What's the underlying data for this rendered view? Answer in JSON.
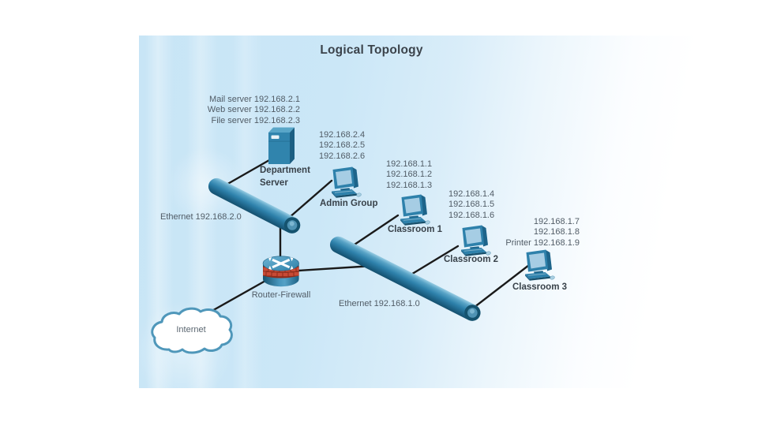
{
  "title": "Logical Topology",
  "nodes": {
    "department_server": {
      "label": "Department\nServer",
      "services": [
        "Mail server 192.168.2.1",
        "Web server 192.168.2.2",
        "File server 192.168.2.3"
      ]
    },
    "admin_group": {
      "label": "Admin Group",
      "ips": [
        "192.168.2.4",
        "192.168.2.5",
        "192.168.2.6"
      ]
    },
    "classroom_1": {
      "label": "Classroom 1",
      "ips": [
        "192.168.1.1",
        "192.168.1.2",
        "192.168.1.3"
      ]
    },
    "classroom_2": {
      "label": "Classroom 2",
      "ips": [
        "192.168.1.4",
        "192.168.1.5",
        "192.168.1.6"
      ]
    },
    "classroom_3": {
      "label": "Classroom 3",
      "ips": [
        "192.168.1.7",
        "192.168.1.8",
        "Printer 192.168.1.9"
      ]
    },
    "router_firewall": {
      "label": "Router-Firewall"
    },
    "internet": {
      "label": "Internet"
    }
  },
  "segments": {
    "ethernet_2": {
      "label": "Ethernet 192.168.2.0"
    },
    "ethernet_1": {
      "label": "Ethernet 192.168.1.0"
    }
  },
  "colors": {
    "device_teal": "#2e81ab",
    "device_dark_teal": "#1d648a",
    "screen_blue": "#a6cde4",
    "firewall_brick_red": "#c84a35",
    "panel_blue": "#c8e5f6",
    "text_gray": "#515c66",
    "label_dark": "#39424a",
    "line_black": "#1a1a1a"
  }
}
